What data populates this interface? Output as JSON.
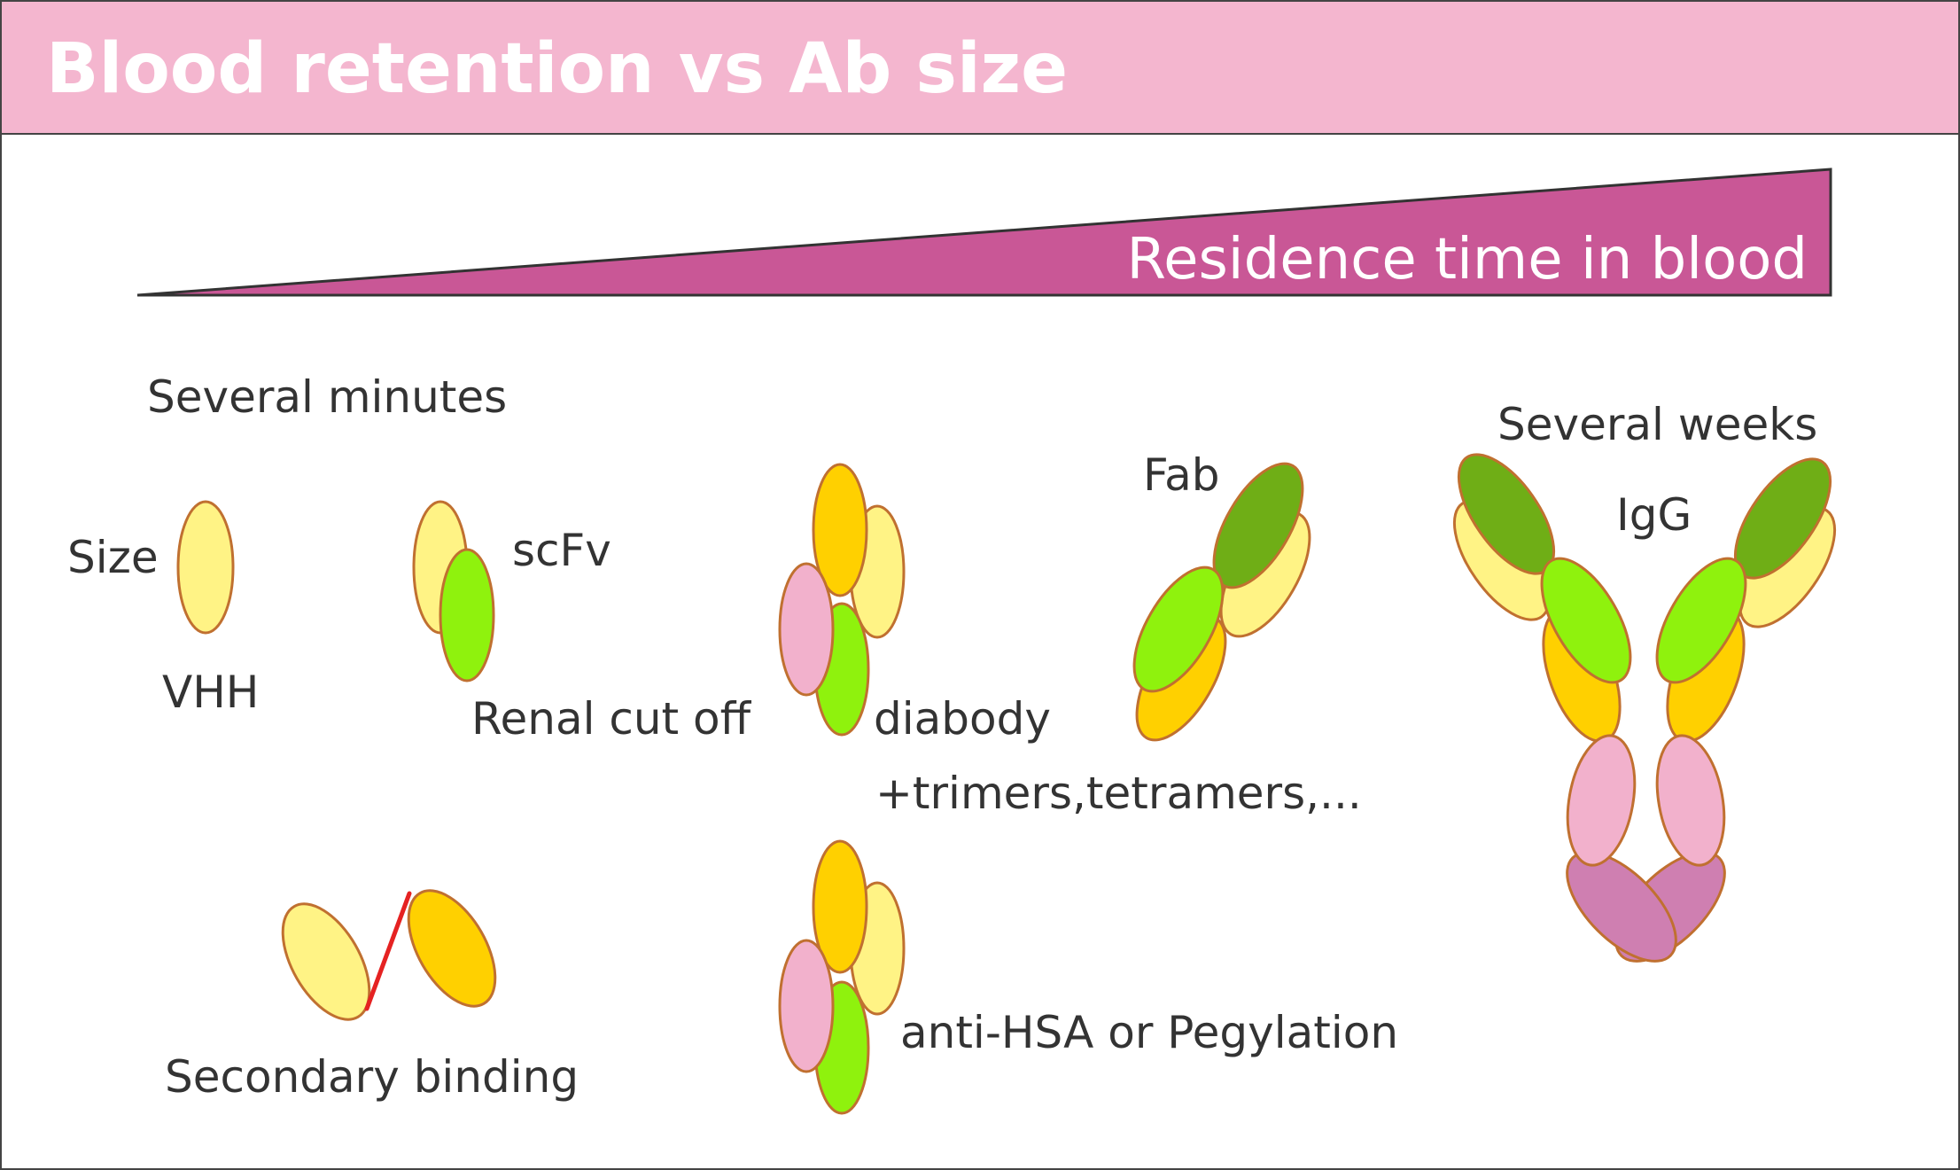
{
  "title": "Blood retention vs Ab size",
  "gradient_label": "Residence time in blood",
  "labels": {
    "several_minutes": "Several minutes",
    "size": "Size",
    "vhh": "VHH",
    "scfv": "scFv",
    "renal_cut_off": "Renal cut off",
    "diabody": "diabody",
    "multimers": "+trimers,tetramers,...",
    "fab": "Fab",
    "several_weeks": "Several weeks",
    "igg": "IgG",
    "secondary_binding": "Secondary binding",
    "anti_hsa": "anti-HSA or Pegylation"
  },
  "colors": {
    "header_bg": "#f4b6cf",
    "wedge": "#c95796",
    "pale_yellow": "#fff385",
    "orange_yellow": "#ffd000",
    "light_green": "#8ff20d",
    "dark_green": "#6fae16",
    "pink": "#f2b1cc",
    "mauve": "#cf7fb1",
    "outline": "#c07030",
    "linker": "#e52222"
  }
}
